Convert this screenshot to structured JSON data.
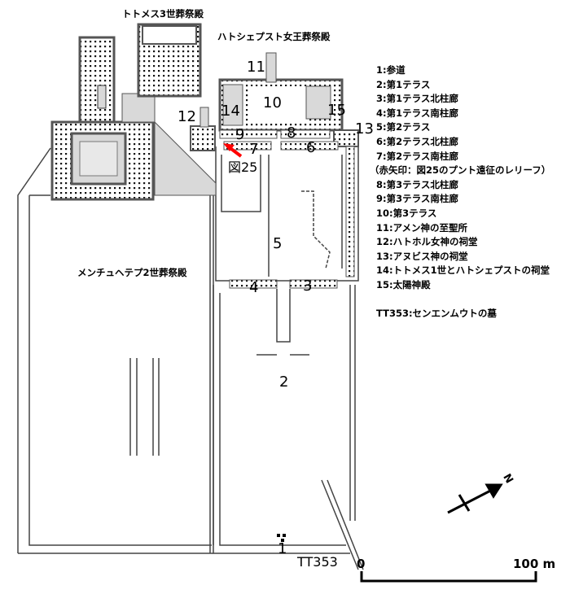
{
  "titles": {
    "thutmose3": "トトメス3世葬祭殿",
    "hatshepsut": "ハトシェプスト女王葬祭殿",
    "mentuhotep2": "メンチュヘテプ2世葬祭殿"
  },
  "map_labels": [
    "1",
    "2",
    "3",
    "4",
    "5",
    "6",
    "7",
    "8",
    "9",
    "10",
    "11",
    "12",
    "13",
    "14",
    "15"
  ],
  "figure_ref": "図25",
  "tomb_label": "TT353",
  "legend": {
    "items": [
      "1:参道",
      "2:第1テラス",
      "3:第1テラス北柱廊",
      "4:第1テラス南柱廊",
      "5:第2テラス",
      "6:第2テラス北柱廊",
      "7:第2テラス南柱廊",
      "（赤矢印：図25のプント遠征のレリーフ）",
      "8:第3テラス北柱廊",
      "9:第3テラス南柱廊",
      "10:第3テラス",
      "11:アメン神の至聖所",
      "12:ハトホル女神の祠堂",
      "13:アヌビス神の祠堂",
      "14:トトメス1世とハトシェプストの祠堂",
      "15:太陽神殿"
    ],
    "tomb": "TT353:センエンムウトの墓"
  },
  "scale": {
    "start": "0",
    "end": "100 m"
  },
  "compass": {
    "label": "N"
  },
  "colors": {
    "arrow": "#ff0000",
    "wall": "#555555",
    "fill": "#d9d9d9"
  }
}
